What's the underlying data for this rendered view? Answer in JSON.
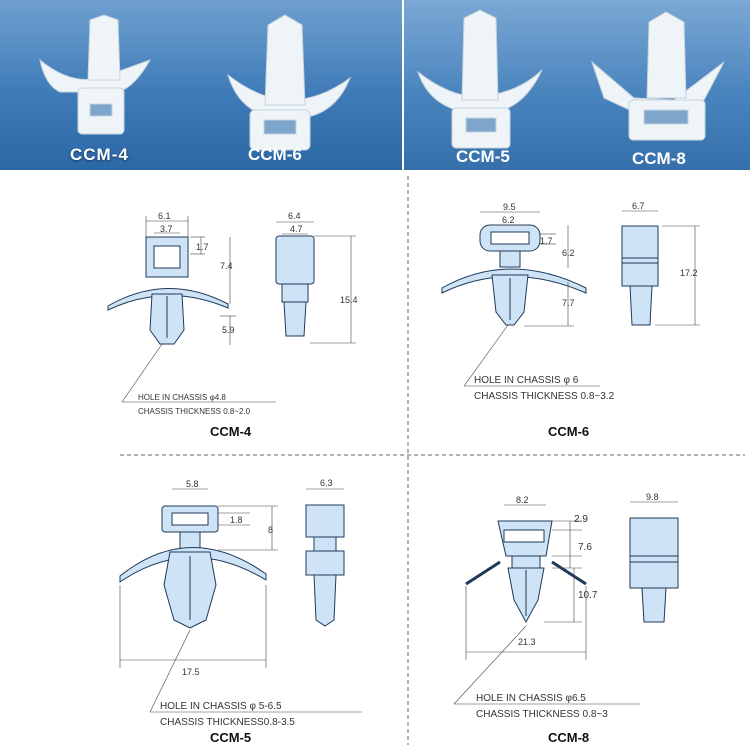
{
  "photos": [
    {
      "label": "CCM-4"
    },
    {
      "label": "CCM-6"
    },
    {
      "label": "CCM-5"
    },
    {
      "label": "CCM-8"
    }
  ],
  "drawings": {
    "ccm4": {
      "title": "CCM-4",
      "dims": [
        "6.1",
        "3.7",
        "1.7",
        "7.4",
        "5.9",
        "6.4",
        "4.7",
        "15.4"
      ],
      "hole": "HOLE IN CHASSIS φ4.8",
      "thickness": "CHASSIS THICKNESS 0.8~2.0"
    },
    "ccm6": {
      "title": "CCM-6",
      "dims": [
        "9.5",
        "6.2",
        "1.7",
        "6.2",
        "7.7",
        "6.7",
        "17.2"
      ],
      "hole": "HOLE IN CHASSIS φ 6",
      "thickness": "CHASSIS THICKNESS 0.8~3.2"
    },
    "ccm5": {
      "title": "CCM-5",
      "dims": [
        "5.8",
        "1.8",
        "8",
        "6.3",
        "17.5"
      ],
      "hole": "HOLE IN CHASSIS φ 5-6.5",
      "thickness": "CHASSIS THICKNESS0.8-3.5"
    },
    "ccm8": {
      "title": "CCM-8",
      "dims": [
        "8.2",
        "2.9",
        "7.6",
        "10.7",
        "9.8",
        "21.3"
      ],
      "hole": "HOLE IN CHASSIS φ6.5",
      "thickness": "CHASSIS THICKNESS 0.8~3"
    }
  }
}
